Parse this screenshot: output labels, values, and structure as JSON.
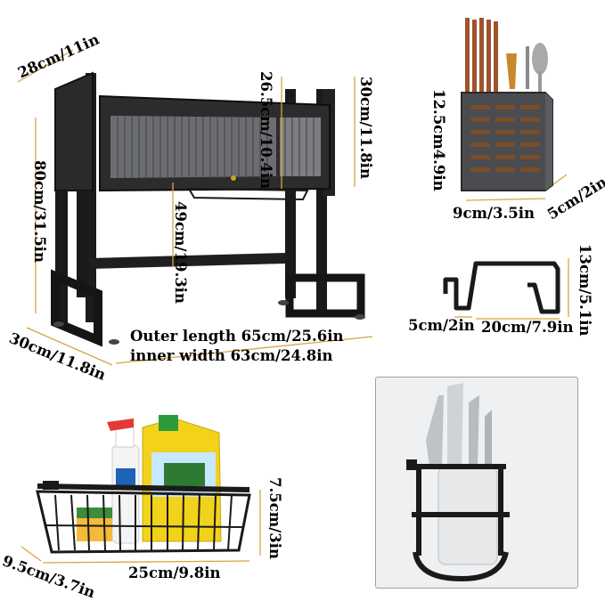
{
  "rack": {
    "depth_top": "28cm/11in",
    "height": "80cm/31.5in",
    "upper_height": "26.5cm/10.4in",
    "shelf_height": "30cm/11.8in",
    "lower_height": "49cm/19.3in",
    "depth_bottom": "30cm/11.8in",
    "outer_length": "Outer length 65cm/25.6in",
    "inner_width": "inner width 63cm/24.8in"
  },
  "utensil_holder": {
    "height": "12.5cm4.9in",
    "width": "9cm/3.5in",
    "depth": "5cm/2in"
  },
  "hook_rail": {
    "height": "13cm/5.1in",
    "depth": "5cm/2in",
    "width": "20cm/7.9in"
  },
  "basket": {
    "height": "7.5cm/3in",
    "depth": "9.5cm/3.7in",
    "width": "25cm/9.8in"
  },
  "colors": {
    "guide_line": "#d9a441",
    "metal": "#1b1b1b",
    "panel_bg": "#eef0f1"
  }
}
